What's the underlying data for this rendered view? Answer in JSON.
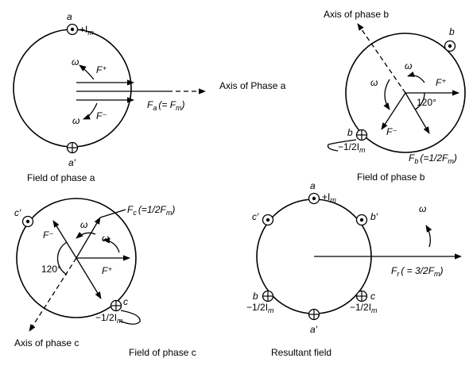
{
  "panel_a": {
    "conductor_a": "a",
    "conductor_a_prime": "a′",
    "current": "+I",
    "current_sub": "m",
    "omega_top": "ω",
    "omega_bottom": "ω",
    "f_plus": "F⁺",
    "f_minus": "F⁻",
    "fa_label": "F",
    "fa_sub": "a",
    "fa_eq": "(= F",
    "fa_eq_sub": "m",
    "fa_eq_close": ")",
    "axis_label": "Axis of Phase a",
    "caption": "Field of phase a"
  },
  "panel_b": {
    "axis_label": "Axis of phase b",
    "conductor_b": "b",
    "conductor_b_lower": "b",
    "omega_1": "ω",
    "omega_2": "ω",
    "f_plus": "F⁺",
    "f_minus": "F⁻",
    "angle": "120°",
    "current": "−1/2I",
    "current_sub": "m",
    "fb_label": "F",
    "fb_sub": "b",
    "fb_eq": "(=1/2F",
    "fb_eq_sub": "m",
    "fb_eq_close": ")",
    "caption": "Field of phase b"
  },
  "panel_c": {
    "conductor_c_prime": "c′",
    "conductor_c": "c",
    "omega_1": "ω",
    "omega_2": "ω",
    "f_plus": "F⁺",
    "f_minus": "F⁻",
    "angle": "120°",
    "current": "−1/2I",
    "current_sub": "m",
    "fc_label": "F",
    "fc_sub": "c",
    "fc_eq": "(=1/2F",
    "fc_eq_sub": "m",
    "fc_eq_close": ")",
    "axis_label": "Axis of phase c",
    "caption": "Field of phase c"
  },
  "panel_r": {
    "conductor_a": "a",
    "conductor_a_prime": "a′",
    "conductor_b": "b",
    "conductor_b_prime": "b′",
    "conductor_c": "c",
    "conductor_c_prime": "c′",
    "current_a": "+I",
    "current_a_sub": "m",
    "current_b": "−1/2I",
    "current_b_sub": "m",
    "current_c": "−1/2I",
    "current_c_sub": "m",
    "omega": "ω",
    "fr_label": "F",
    "fr_sub": "r",
    "fr_eq": "( = 3/2F",
    "fr_eq_sub": "m",
    "fr_eq_close": ")",
    "caption": "Resultant field"
  }
}
